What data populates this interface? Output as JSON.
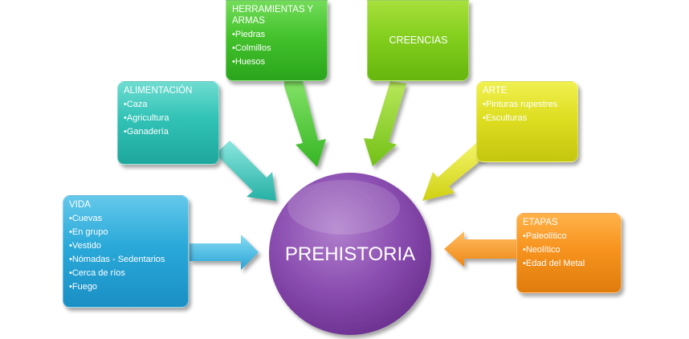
{
  "center": {
    "label": "PREHISTORIA"
  },
  "boxes": {
    "vida": {
      "title": "VIDA",
      "items": [
        "Cuevas",
        "En grupo",
        "Vestido",
        "Nómadas - Sedentarios",
        "Cerca de ríos",
        "Fuego"
      ]
    },
    "alimentacion": {
      "title": "ALIMENTACIÓN",
      "items": [
        "Caza",
        "Agricultura",
        "Ganadería"
      ]
    },
    "herramientas": {
      "title": "HERRAMIENTAS Y ARMAS",
      "items": [
        "Piedras",
        "Colmillos",
        "Huesos"
      ]
    },
    "creencias": {
      "title": "CREENCIAS"
    },
    "arte": {
      "title": "ARTE",
      "items": [
        "Pinturas rupestres",
        "Esculturas"
      ]
    },
    "etapas": {
      "title": "ETAPAS",
      "items": [
        "Paleolítico",
        "Neolítico",
        "Edad del Metal"
      ]
    }
  },
  "colors": {
    "vida": "#2aa9d9",
    "alimentacion": "#31c2b6",
    "herramientas": "#44c22c",
    "creencias": "#84cf1e",
    "arte": "#dede22",
    "etapas": "#f7931e",
    "center": "#7b3fa0"
  }
}
